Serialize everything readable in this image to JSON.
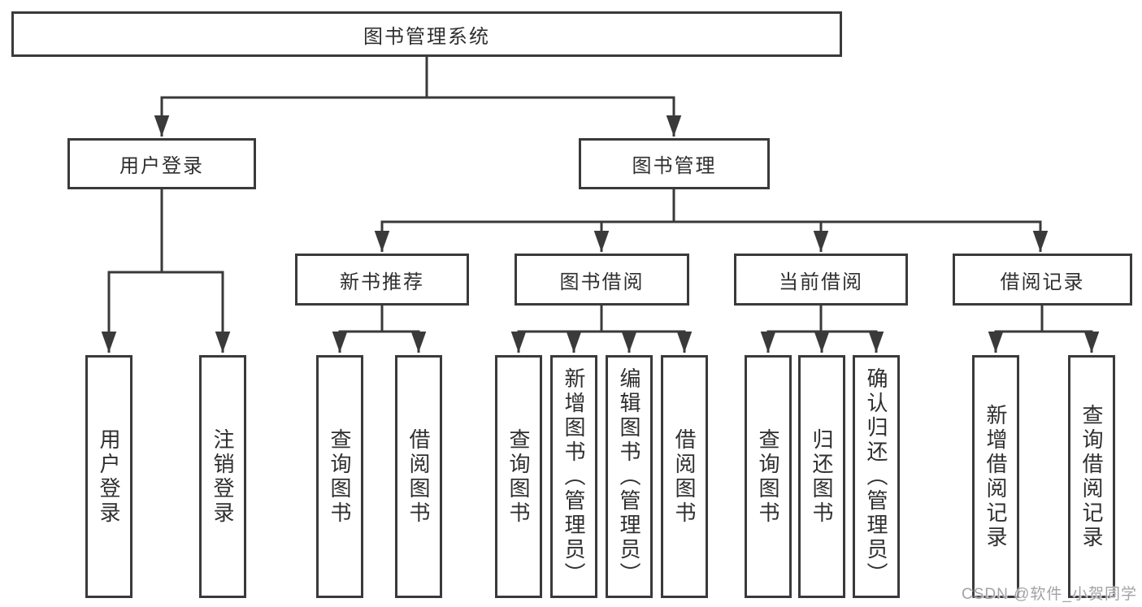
{
  "colors": {
    "line": "#3a3a3a",
    "text": "#2f2f2f",
    "box_bg": "#ffffff",
    "watermark": "#a3a3a3"
  },
  "watermark": "CSDN @软件_小贺同学",
  "tree": {
    "root": {
      "label": "图书管理系统",
      "children": [
        {
          "label": "用户登录",
          "children": [
            {
              "label": "用户登录"
            },
            {
              "label": "注销登录"
            }
          ]
        },
        {
          "label": "图书管理",
          "children": [
            {
              "label": "新书推荐",
              "children": [
                {
                  "label": "查询图书"
                },
                {
                  "label": "借阅图书"
                }
              ]
            },
            {
              "label": "图书借阅",
              "children": [
                {
                  "label": "查询图书"
                },
                {
                  "label": "新增图书（管理员）"
                },
                {
                  "label": "编辑图书（管理员）"
                },
                {
                  "label": "借阅图书"
                }
              ]
            },
            {
              "label": "当前借阅",
              "children": [
                {
                  "label": "查询图书"
                },
                {
                  "label": "归还图书"
                },
                {
                  "label": "确认归还（管理员）"
                }
              ]
            },
            {
              "label": "借阅记录",
              "children": [
                {
                  "label": "新增借阅记录"
                },
                {
                  "label": "查询借阅记录"
                }
              ]
            }
          ]
        }
      ]
    }
  }
}
